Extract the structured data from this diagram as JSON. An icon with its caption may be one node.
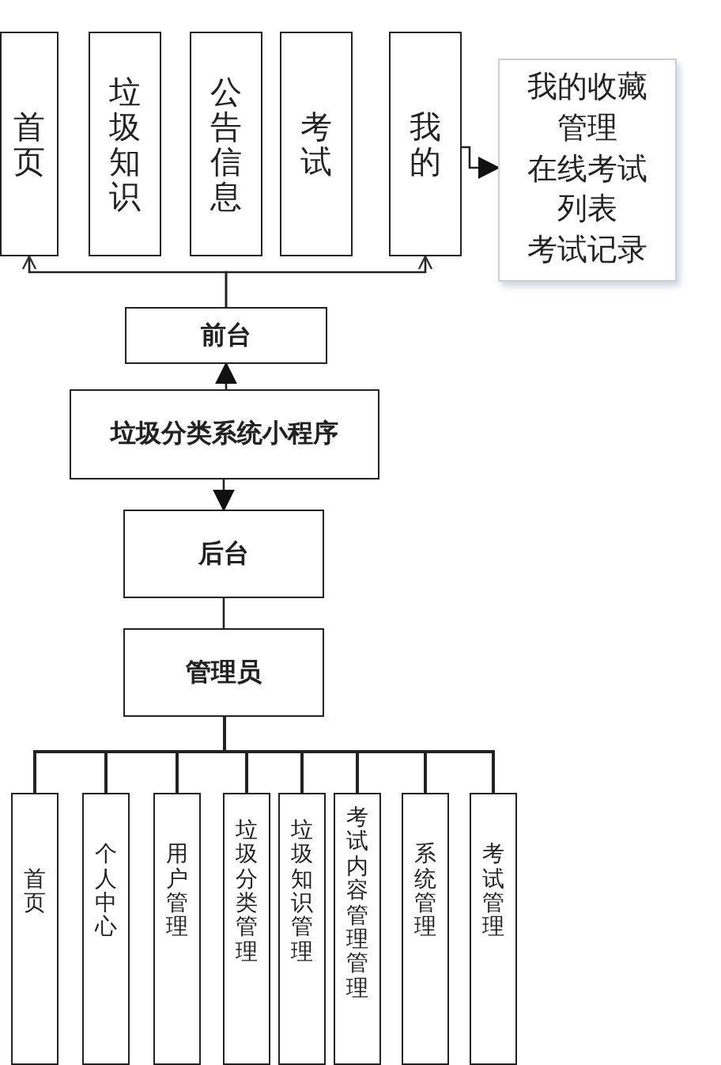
{
  "diagram": {
    "nodes": [
      {
        "text": [
          "首页"
        ]
      },
      {
        "text": [
          "垃圾知识"
        ]
      },
      {
        "text": [
          "公告信息"
        ]
      },
      {
        "text": [
          "考试"
        ]
      },
      {
        "text": [
          "我的"
        ]
      },
      {
        "text": [
          "我的收藏管理",
          "在线考试列表",
          "考试记录"
        ]
      },
      {
        "text": [
          "前台"
        ]
      },
      {
        "text": [
          "垃圾分类系统小程序"
        ]
      },
      {
        "text": [
          "后台"
        ]
      },
      {
        "text": [
          "管理员"
        ]
      },
      {
        "text": [
          "首页"
        ]
      },
      {
        "text": [
          "个人中心"
        ]
      },
      {
        "text": [
          "用户管理"
        ]
      },
      {
        "text": [
          "垃圾分类管理"
        ]
      },
      {
        "text": [
          "垃圾知识管理"
        ]
      },
      {
        "text": [
          "考试内容管理管理"
        ]
      },
      {
        "text": [
          "系统管理"
        ]
      },
      {
        "text": [
          "考试管理"
        ]
      }
    ],
    "edges": [
      {
        "from": 6,
        "to": 0,
        "arrow": "to"
      },
      {
        "from": 6,
        "to": 4,
        "arrow": "to"
      },
      {
        "from": 4,
        "to": 5,
        "arrow": "to"
      },
      {
        "from": 7,
        "to": 6,
        "arrow": "to"
      },
      {
        "from": 7,
        "to": 8,
        "arrow": "to"
      },
      {
        "from": 8,
        "to": 9,
        "arrow": "none"
      },
      {
        "from": 9,
        "to": 10,
        "arrow": "none"
      },
      {
        "from": 9,
        "to": 11,
        "arrow": "none"
      },
      {
        "from": 9,
        "to": 12,
        "arrow": "none"
      },
      {
        "from": 9,
        "to": 13,
        "arrow": "none"
      },
      {
        "from": 9,
        "to": 14,
        "arrow": "none"
      },
      {
        "from": 9,
        "to": 15,
        "arrow": "none"
      },
      {
        "from": 9,
        "to": 16,
        "arrow": "none"
      },
      {
        "from": 9,
        "to": 17,
        "arrow": "none"
      }
    ]
  }
}
